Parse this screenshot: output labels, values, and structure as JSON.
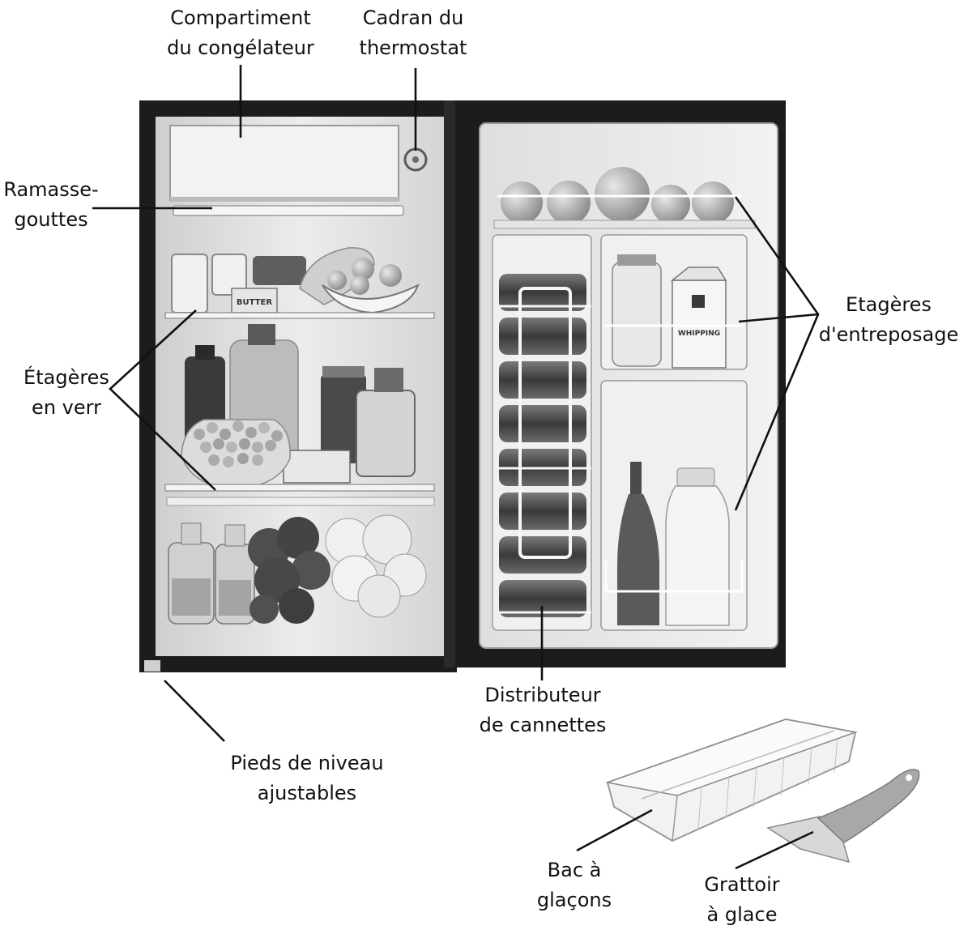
{
  "labels": {
    "freezer": [
      "Compartiment",
      "du congélateur"
    ],
    "thermostat": [
      "Cadran du",
      "thermostat"
    ],
    "drip_tray": [
      "Ramasse-",
      "gouttes"
    ],
    "glass_shelves": [
      "Étagères",
      "en verr"
    ],
    "storage_shelves": [
      "Etagères",
      "d'entreposage"
    ],
    "can_dispenser": [
      "Distributeur",
      "de cannettes"
    ],
    "feet": [
      "Pieds de niveau",
      "ajustables"
    ],
    "ice_tray": [
      "Bac à",
      "glaçons"
    ],
    "ice_scraper": [
      "Grattoir",
      "à glace"
    ]
  },
  "item_text": {
    "butter": "BUTTER",
    "cream": "WHIPPING"
  },
  "colors": {
    "cabinet": "#1c1c1c",
    "liner": "#e2e2e2",
    "shelf": "#f4f4f4",
    "leader": "#111111"
  }
}
